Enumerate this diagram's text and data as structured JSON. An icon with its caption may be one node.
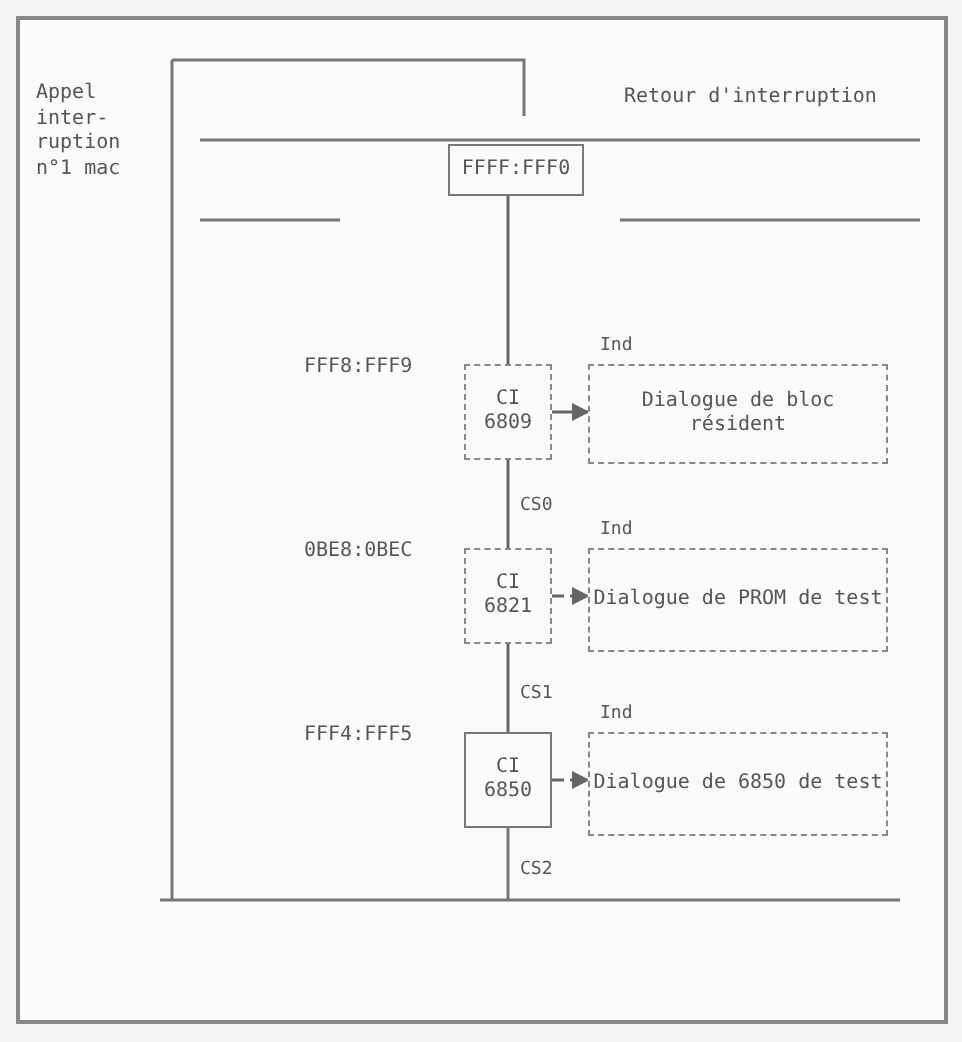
{
  "diagram": {
    "nodes": [
      {
        "text": [
          "Appel inter-ruption n°1 mac"
        ]
      },
      {
        "text": [
          "Retour d'interruption"
        ]
      },
      {
        "text": [
          "FFFF:FFF0"
        ]
      },
      {
        "text": [
          "CI 6809"
        ],
        "beside": [
          "FFF8:FFF9"
        ]
      },
      {
        "text": [
          "Dialogue de bloc résident"
        ]
      },
      {
        "text": [
          "CI 6821"
        ],
        "beside": [
          "0BE8:0BEC"
        ]
      },
      {
        "text": [
          "Dialogue de PROM de test"
        ]
      },
      {
        "text": [
          "CI 6850"
        ],
        "beside": [
          "FFF4:FFF5"
        ]
      },
      {
        "text": [
          "Dialogue de 6850 de test"
        ]
      }
    ],
    "edges": [
      {
        "from": 2,
        "to": 3,
        "arrow": "none"
      },
      {
        "from": 3,
        "to": 4,
        "arrow": "to"
      },
      {
        "from": 3,
        "to": 5,
        "arrow": "none"
      },
      {
        "from": 5,
        "to": 6,
        "arrow": "to",
        "style": "dashed"
      },
      {
        "from": 5,
        "to": 7,
        "arrow": "none"
      },
      {
        "from": 7,
        "to": 8,
        "arrow": "to",
        "style": "dashed"
      }
    ],
    "labels": [
      "Ind",
      "CS0",
      "Ind",
      "CS1",
      "Ind",
      "CS2"
    ]
  }
}
